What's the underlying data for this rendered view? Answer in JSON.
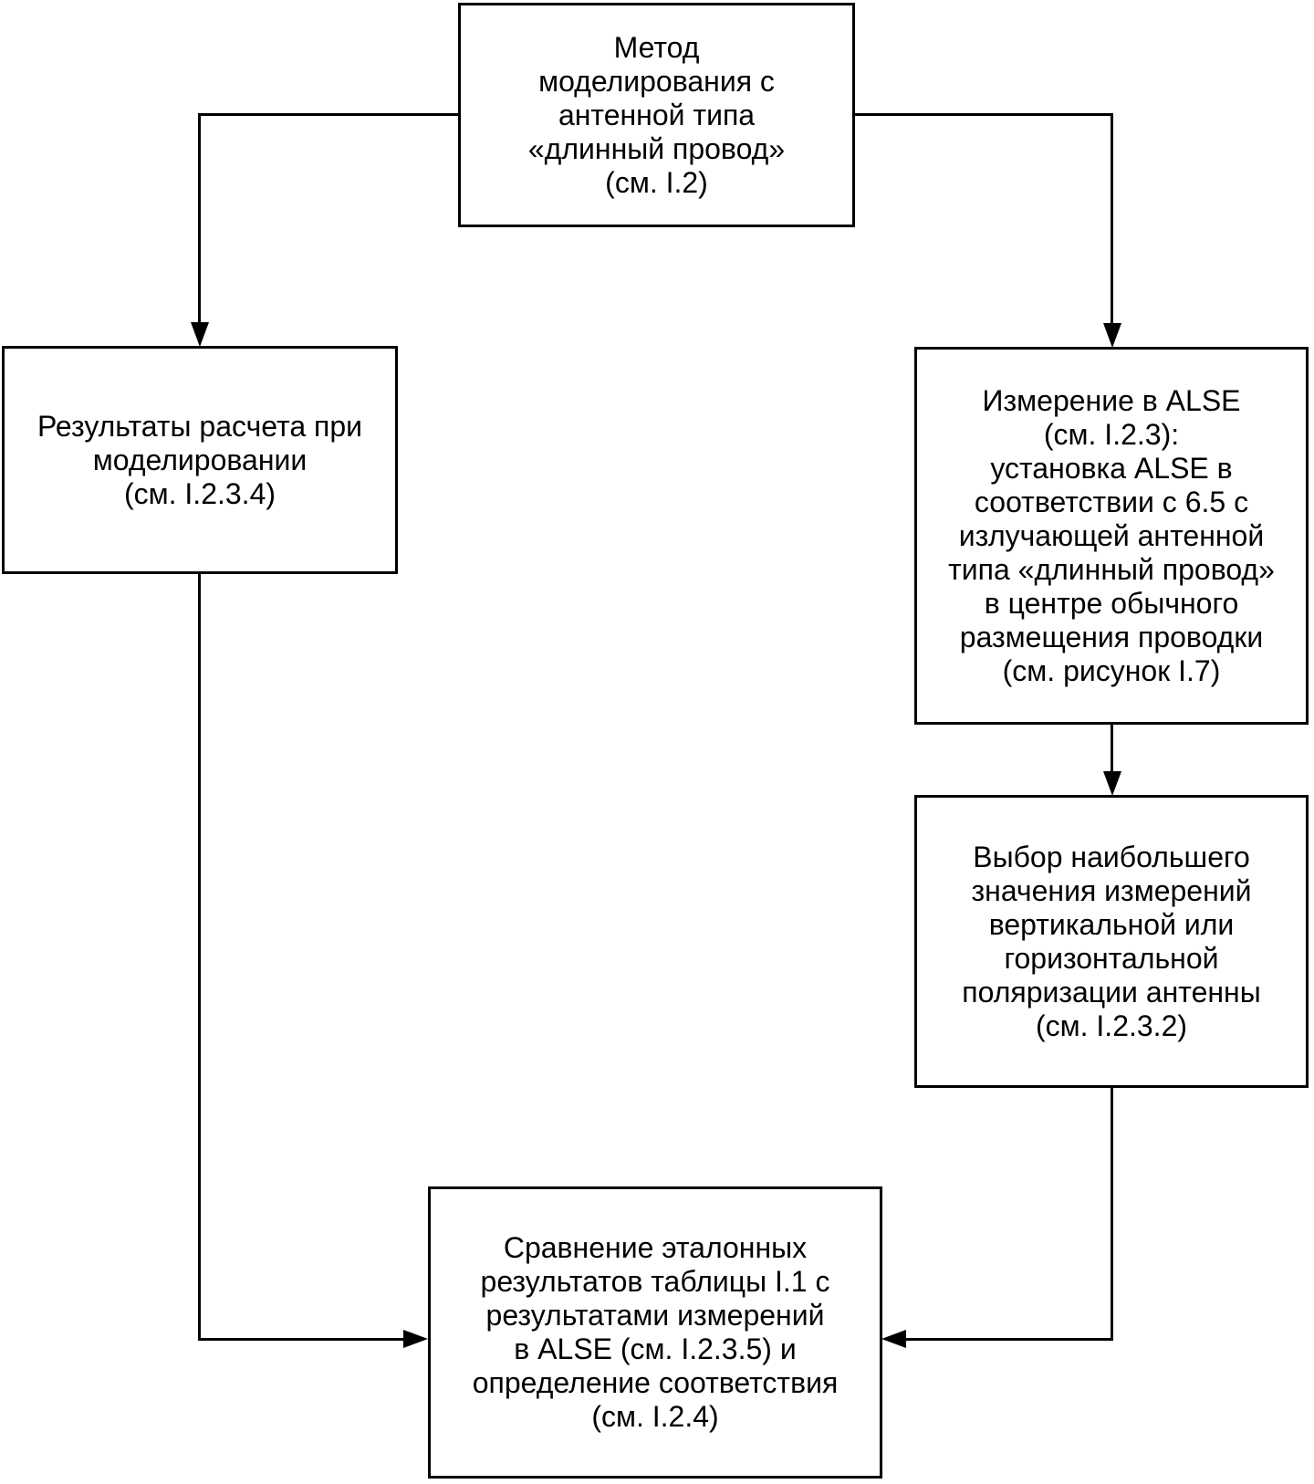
{
  "diagram": {
    "type": "flowchart",
    "background_color": "#ffffff",
    "line_color": "#000000",
    "text_color": "#000000",
    "nodes": {
      "method": {
        "label": "Метод\nмоделирования с\nантенной типа\n«длинный провод»\n(см. I.2)"
      },
      "results": {
        "label": "Результаты расчета при\nмоделировании\n(см. I.2.3.4)"
      },
      "measurement": {
        "label": "Измерение в ALSE\n(см. I.2.3):\nустановка ALSE в\nсоответствии с 6.5 с\nизлучающей антенной\nтипа «длинный провод»\nв центре обычного\nразмещения проводки\n(см. рисунок I.7)"
      },
      "selection": {
        "label": "Выбор наибольшего\nзначения измерений\nвертикальной или\nгоризонтальной\nполяризации антенны\n(см. I.2.3.2)"
      },
      "comparison": {
        "label": "Сравнение эталонных\nрезультатов таблицы I.1 с\nрезультатами измерений\nв ALSE (см. I.2.3.5) и\nопределение соответствия\n(см. I.2.4)"
      }
    },
    "edges": [
      "method -> results",
      "method -> measurement",
      "measurement -> selection",
      "selection -> comparison",
      "results -> comparison"
    ]
  }
}
